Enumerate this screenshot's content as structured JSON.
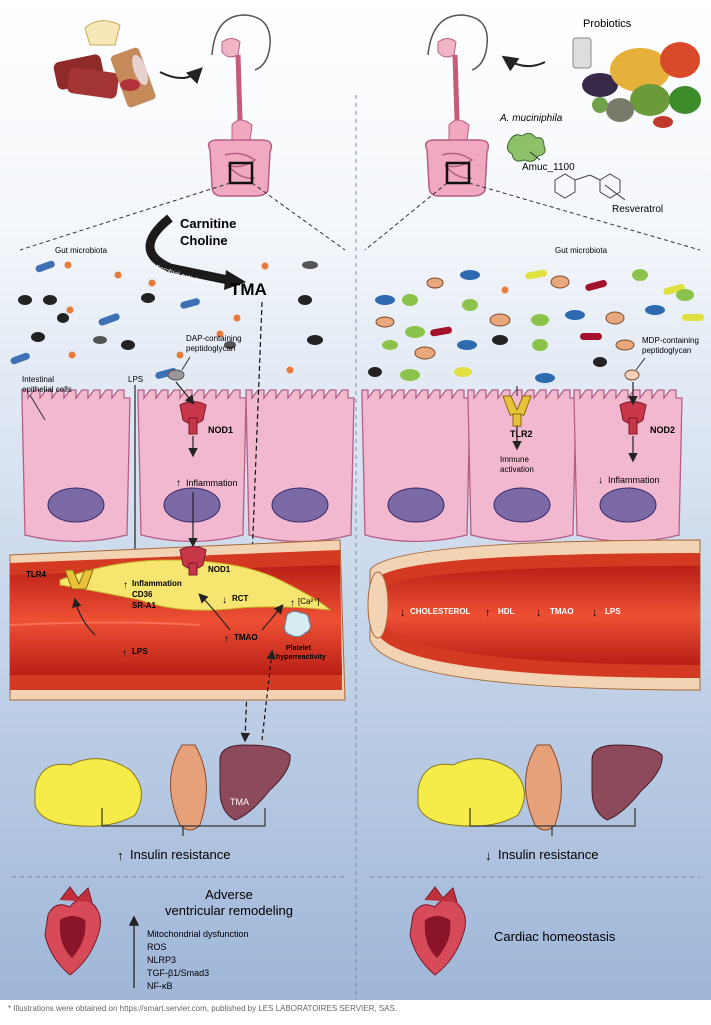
{
  "colors": {
    "bg_top": "#ffffff",
    "bg_bottom": "#9fb7d9",
    "cell_fill": "#f1b8cf",
    "cell_stroke": "#b55f85",
    "nucleus": "#7b6aa6",
    "vessel_red": "#e0432c",
    "vessel_dark": "#c0291c",
    "plaque": "#f4e36a",
    "receptor_red": "#c8364a",
    "receptor_yellow": "#e8c23a"
  },
  "top": {
    "carnitine": "Carnitine",
    "choline": "Choline",
    "microbial_activity": "Microbial activity",
    "tma": "TMA",
    "probiotics": "Probiotics",
    "a_muciniphila": "A. muciniphila",
    "amuc": "Amuc_1100",
    "resveratrol": "Resveratrol"
  },
  "left": {
    "gut_microbiota": "Gut microbiota",
    "dap": [
      "DAP-containing",
      "peptidoglycan"
    ],
    "lps_top": "LPS",
    "intestinal": [
      "Intestinal",
      "epithelial cells"
    ],
    "nod1_cell": "NOD1",
    "inflammation_cell": "Inflammation",
    "tlr4": "TLR4",
    "nod1_vessel": "NOD1",
    "vessel_list": [
      "Inflammation",
      "CD36",
      "SR-A1"
    ],
    "rct": "RCT",
    "tmao": "TMAO",
    "ca": "[Ca²⁺]",
    "platelet": [
      "Platelet",
      "hyperreactivity"
    ],
    "lps_vessel": "LPS",
    "tma_liver": "TMA",
    "insulin": "Insulin resistance",
    "adverse": [
      "Adverse",
      "ventricular remodeling"
    ],
    "mechanisms": [
      "Mitochondrial dysfunction",
      "ROS",
      "NLRP3",
      "TGF-β1/Smad3",
      "NF-κB"
    ]
  },
  "right": {
    "gut_microbiota": "Gut microbiota",
    "mdp": [
      "MDP-containing",
      "peptidoglycan"
    ],
    "tlr2": "TLR2",
    "immune": [
      "Immune",
      "activation"
    ],
    "nod2": "NOD2",
    "inflammation_cell": "Inflammation",
    "cholesterol": "CHOLESTEROL",
    "hdl": "HDL",
    "tmao": "TMAO",
    "lps": "LPS",
    "insulin": "Insulin resistance",
    "cardiac": "Cardiac homeostasis"
  },
  "footer": "* Illustrations were obtained on https://smart.servier.com, published by LES LABORATOIRES SERVIER, SAS."
}
